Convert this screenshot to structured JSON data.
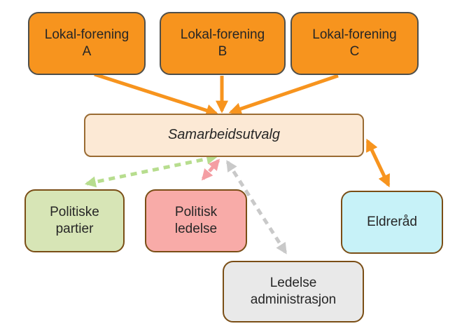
{
  "nodes": {
    "lokal_a": {
      "line1": "Lokal-forening",
      "line2": "A"
    },
    "lokal_b": {
      "line1": "Lokal-forening",
      "line2": "B"
    },
    "lokal_c": {
      "line1": "Lokal-forening",
      "line2": "C"
    },
    "samarbeidsutvalg": {
      "label": "Samarbeidsutvalg"
    },
    "politiske_partier": {
      "line1": "Politiske",
      "line2": "partier"
    },
    "politisk_ledelse": {
      "line1": "Politisk",
      "line2": "ledelse"
    },
    "eldrerad": {
      "label": "Eldreråd"
    },
    "ledelse_administrasjon": {
      "line1": "Ledelse",
      "line2": "administrasjon"
    }
  },
  "connectors": [
    {
      "id": "lokal-a-to-samarbeidsutvalg",
      "from": "lokal_a",
      "to": "samarbeidsutvalg",
      "line": "solid",
      "arrows": "to"
    },
    {
      "id": "lokal-b-to-samarbeidsutvalg",
      "from": "lokal_b",
      "to": "samarbeidsutvalg",
      "line": "solid",
      "arrows": "to"
    },
    {
      "id": "lokal-c-to-samarbeidsutvalg",
      "from": "lokal_c",
      "to": "samarbeidsutvalg",
      "line": "solid",
      "arrows": "to"
    },
    {
      "id": "samarbeidsutvalg-eldrerad",
      "from": "samarbeidsutvalg",
      "to": "eldrerad",
      "line": "solid",
      "arrows": "both"
    },
    {
      "id": "samarbeidsutvalg-politiske-partier",
      "from": "samarbeidsutvalg",
      "to": "politiske_partier",
      "line": "dashed",
      "arrows": "both"
    },
    {
      "id": "samarbeidsutvalg-politisk-ledelse",
      "from": "samarbeidsutvalg",
      "to": "politisk_ledelse",
      "line": "dashed",
      "arrows": "both"
    },
    {
      "id": "samarbeidsutvalg-ledelse-administrasjon",
      "from": "samarbeidsutvalg",
      "to": "ledelse_administrasjon",
      "line": "dashed",
      "arrows": "both"
    }
  ],
  "colors": {
    "orange_box_fill": "#F7941E",
    "orange_box_border": "#4F4F4A",
    "peach_fill": "#FCE9D5",
    "brown_border": "#7A4E16",
    "green_fill": "#D7E5B6",
    "pink_fill": "#F8ABA8",
    "cyan_fill": "#C7F2F8",
    "gray_fill": "#E9E9E9",
    "solid_arrow": "#F7941E",
    "green_dash": "#B7DD8E",
    "pink_dash": "#F49EA3",
    "gray_dash": "#C9C9C9",
    "text": "#262626",
    "background": "#FFFFFF"
  }
}
